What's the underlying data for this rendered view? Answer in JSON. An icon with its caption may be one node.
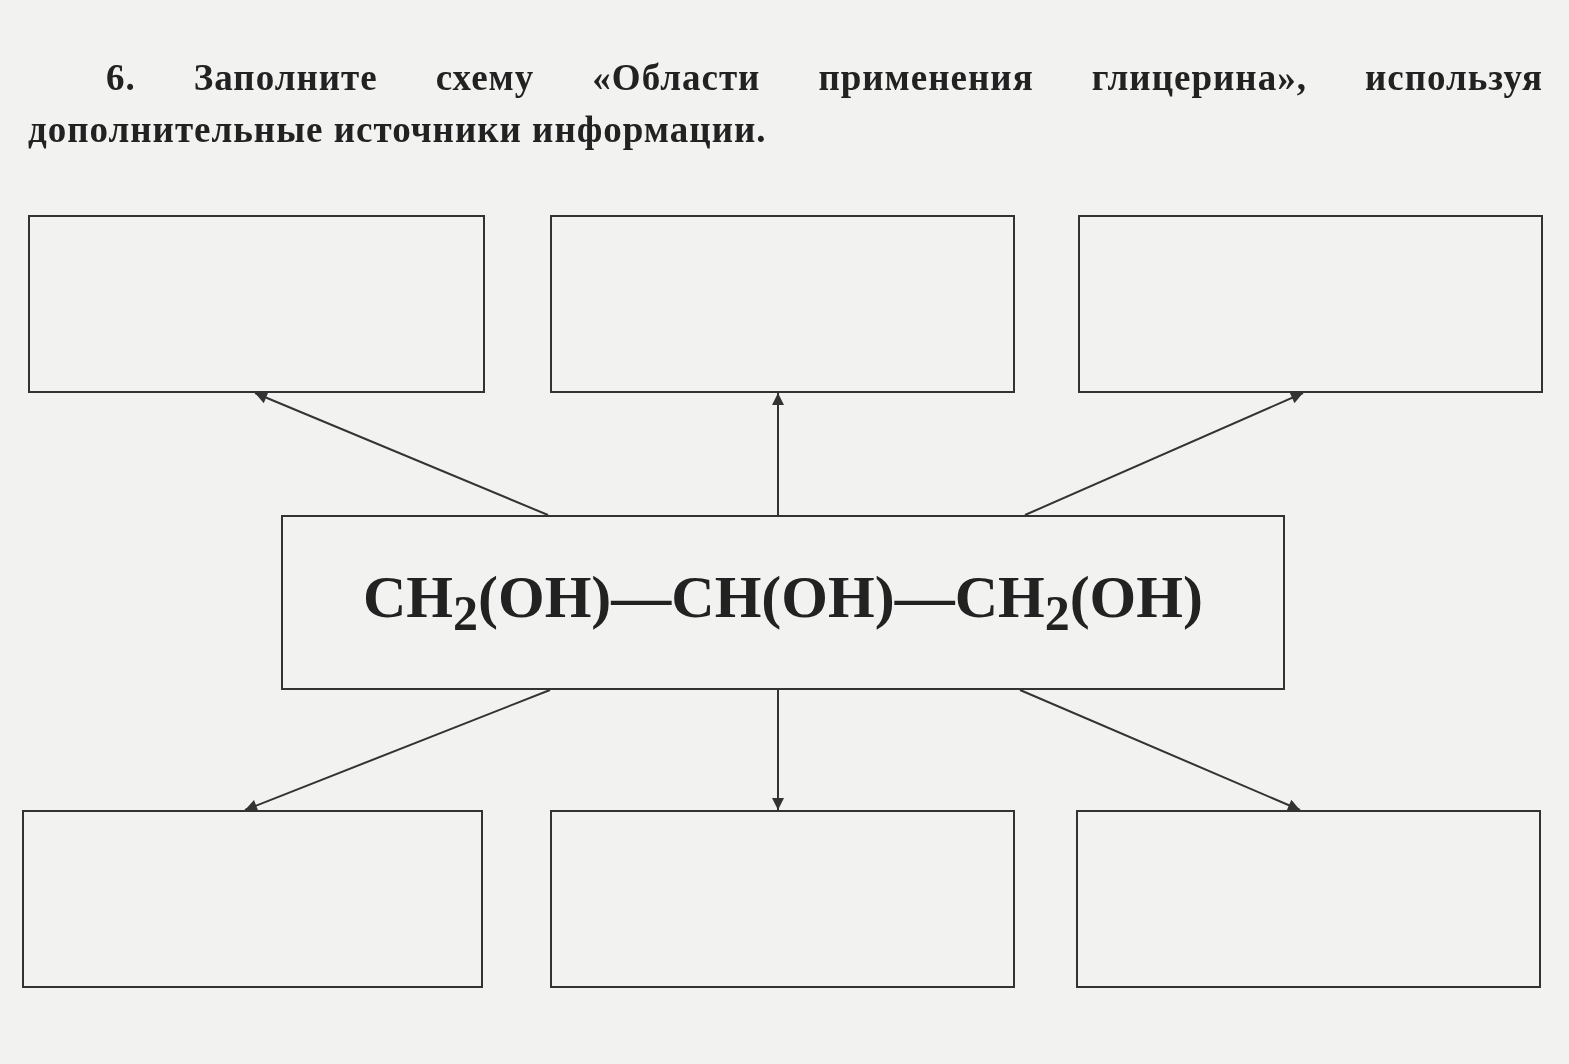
{
  "diagram": {
    "title": "**6.** Заполните схему «Области применения глицерина», используя дополнительные источники информации.",
    "nodes": [
      {
        "text": [],
        "shape": "box"
      },
      {
        "text": [],
        "shape": "box"
      },
      {
        "text": [],
        "shape": "box"
      },
      {
        "text": [
          "CH$_{2}$(OH)—CH(OH)—CH$_{2}$(OH)"
        ]
      },
      {
        "text": [],
        "shape": "box"
      },
      {
        "text": [],
        "shape": "box"
      },
      {
        "text": [],
        "shape": "box"
      }
    ],
    "edges": [
      {
        "from": 3,
        "to": 0,
        "arrow": "to"
      },
      {
        "from": 3,
        "to": 1,
        "arrow": "to"
      },
      {
        "from": 3,
        "to": 2,
        "arrow": "to"
      },
      {
        "from": 3,
        "to": 4,
        "arrow": "to"
      },
      {
        "from": 3,
        "to": 5,
        "arrow": "to"
      },
      {
        "from": 3,
        "to": 6,
        "arrow": "to"
      }
    ]
  }
}
